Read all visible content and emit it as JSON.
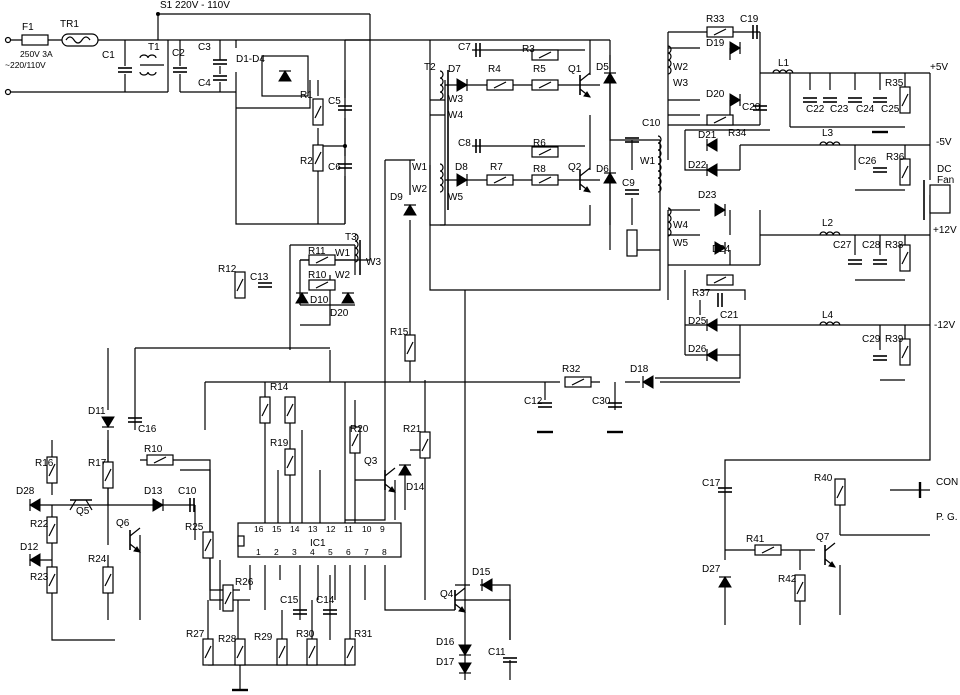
{
  "title": "",
  "labels": {
    "F1": "F1",
    "TR1": "TR1",
    "fuse_rating": "250V 3A",
    "mains": "~220/110V",
    "S1": "S1 220V - 110V",
    "C1": "C1",
    "T1": "T1",
    "C2": "C2",
    "C3": "C3",
    "C4": "C4",
    "D1D4": "D1-D4",
    "R1": "R1",
    "C5": "C5",
    "R2": "R2",
    "C6": "C6",
    "T2": "T2",
    "C7": "C7",
    "R3": "R3",
    "D7": "D7",
    "R4": "R4",
    "R5": "R5",
    "Q1": "Q1",
    "D5": "D5",
    "C8": "C8",
    "R6": "R6",
    "D8": "D8",
    "R7": "R7",
    "R8": "R8",
    "Q2": "Q2",
    "D6": "D6",
    "C10": "C10",
    "C9": "C9",
    "T2_W1": "W1",
    "T2_W2": "W2",
    "T2_W3": "W3",
    "T2_W4": "W4",
    "T2_W5": "W5",
    "D9": "D9",
    "T3": "T3",
    "R11": "R11",
    "R10": "R10",
    "T3_W1": "W1",
    "T3_W2": "W2",
    "T3_W3": "W3",
    "D10": "D10",
    "D20": "D20",
    "R12": "R12",
    "C13": "C13",
    "R15": "R15",
    "R33": "R33",
    "C19": "C19",
    "D19": "D19",
    "O_W2": "W2",
    "O_W3": "W3",
    "D20b": "D20",
    "C20": "C20",
    "R34": "R34",
    "D21": "D21",
    "D22": "D22",
    "L1": "L1",
    "C22": "C22",
    "C23": "C23",
    "C24": "C24",
    "C25": "C25",
    "R35": "R35",
    "V5p": "+5V",
    "L3": "L3",
    "V5m": "-5V",
    "C26": "C26",
    "R36": "R36",
    "dcfan": "DC",
    "fan": "Fan",
    "D23": "D23",
    "O_W4": "W4",
    "O_W5": "W5",
    "D24": "D24",
    "R37": "R37",
    "C21": "C21",
    "L2": "L2",
    "C27": "C27",
    "C28": "C28",
    "R38": "R38",
    "V12p": "+12V",
    "D25": "D25",
    "D26": "D26",
    "L4": "L4",
    "C29": "C29",
    "R39": "R39",
    "V12m": "-12V",
    "R32": "R32",
    "D18": "D18",
    "C12": "C12",
    "C30": "C30",
    "R14": "R14",
    "R19": "R19",
    "R20": "R20",
    "R21": "R21",
    "Q3": "Q3",
    "D14": "D14",
    "D11": "D11",
    "C16": "C16",
    "R10b": "R10",
    "D28": "D28",
    "R16": "R16",
    "R17": "R17",
    "Q5": "Q5",
    "R22": "R22",
    "D12": "D12",
    "R23": "R23",
    "D13": "D13",
    "C10b": "C10",
    "Q6": "Q6",
    "R24": "R24",
    "R25": "R25",
    "R26": "R26",
    "IC1": "IC1",
    "pin16": "16",
    "pin15": "15",
    "pin14": "14",
    "pin13": "13",
    "pin12": "12",
    "pin11": "11",
    "pin10": "10",
    "pin9": "9",
    "pin1": "1",
    "pin2": "2",
    "pin3": "3",
    "pin4": "4",
    "pin5": "5",
    "pin6": "6",
    "pin7": "7",
    "pin8": "8",
    "C15": "C15",
    "C14": "C14",
    "R27": "R27",
    "R28": "R28",
    "R29": "R29",
    "R30": "R30",
    "R31": "R31",
    "Q4": "Q4",
    "D15": "D15",
    "D16": "D16",
    "D17": "D17",
    "C11": "C11",
    "C17": "C17",
    "R40": "R40",
    "CON": "CON",
    "PG": "P. G.",
    "R41": "R41",
    "Q7": "Q7",
    "D27": "D27",
    "R42": "R42"
  }
}
